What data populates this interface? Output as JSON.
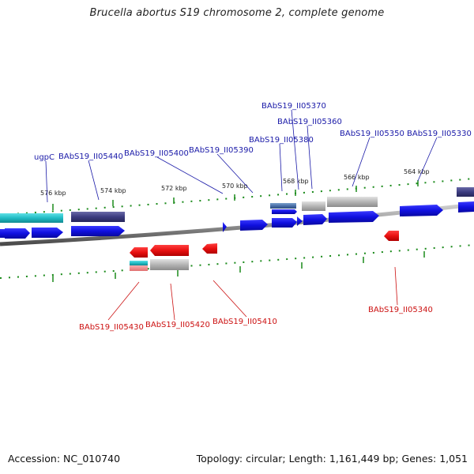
{
  "title": "Brucella abortus S19 chromosome 2, complete genome",
  "footer": {
    "accession": "Accession: NC_010740",
    "topology": "Topology: circular; Length: 1,161,449 bp; Genes: 1,051"
  },
  "colors": {
    "forward": "#1212d8",
    "reverse": "#e01010",
    "backbone": "#7a7a7a",
    "tick": "#1a8a1a",
    "teal": "#20bcc4",
    "navy": "#3c3c80",
    "gray": "#b4b4b4",
    "label_forward": "#1a1aa8",
    "label_reverse": "#cc1111"
  },
  "scale_ticks": [
    "576 kbp",
    "574 kbp",
    "572 kbp",
    "570 kbp",
    "568 kbp",
    "566 kbp",
    "564 kbp"
  ],
  "forward_gene_labels": [
    "ugpC",
    "BAbS19_II05440",
    "BAbS19_II05400",
    "BAbS19_II05390",
    "BAbS19_II05380",
    "BAbS19_II05370",
    "BAbS19_II05360",
    "BAbS19_II05350",
    "BAbS19_II05330"
  ],
  "reverse_gene_labels": [
    "BAbS19_II05430",
    "BAbS19_II05420",
    "BAbS19_II05410",
    "BAbS19_II05340"
  ]
}
